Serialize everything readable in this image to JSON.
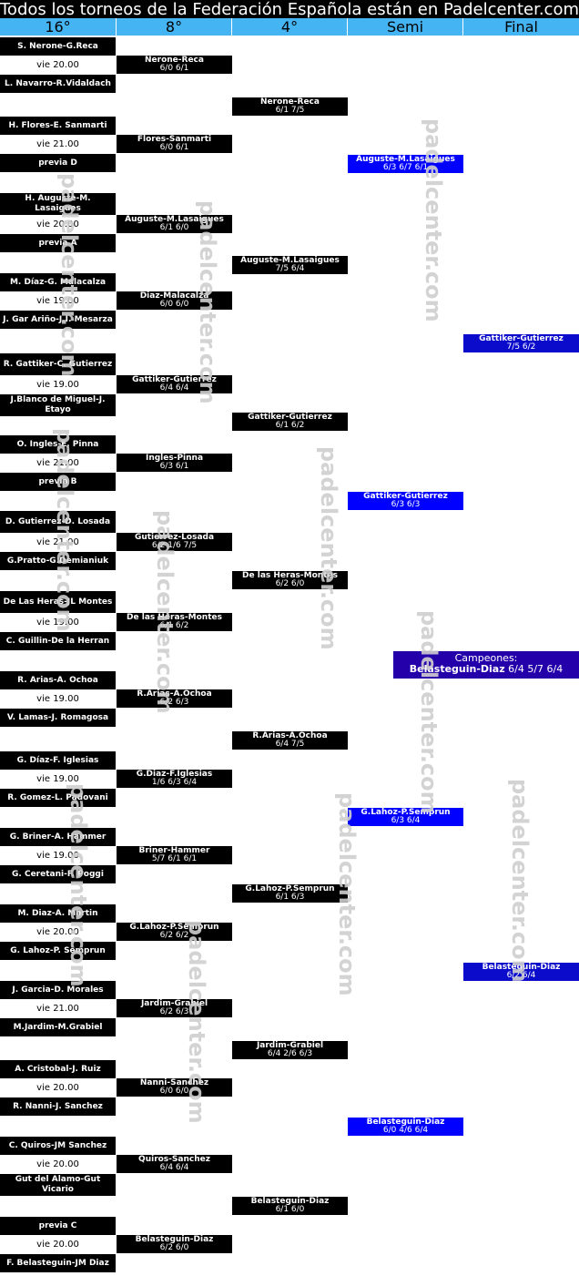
{
  "title": "Todos los torneos de la Federación Española están en Padelcenter.com",
  "headers": [
    "16°",
    "8°",
    "4°",
    "Semi",
    "Final"
  ],
  "watermark": "padelcenter.com",
  "round16": [
    {
      "team1": "S. Nerone-G.Reca",
      "time": "vie 20.00",
      "team2": "L. Navarro-R.Vidaldach"
    },
    {
      "team1": "H. Flores-E. Sanmarti",
      "time": "vie 21.00",
      "team2": "previa D"
    },
    {
      "team1": "H. Auguste-M. Lasaigues",
      "time": "vie 20.00",
      "team2": "previa A"
    },
    {
      "team1": "M. Díaz-G. Malacalza",
      "time": "vie 19.00",
      "team2": "J. Gar Ariño-J.I. Mesarza"
    },
    {
      "team1": "R. Gattiker-C. Gutierrez",
      "time": "vie 19.00",
      "team2": "J.Blanco de Miguel-J. Etayo"
    },
    {
      "team1": "O. Ingles-E. Pinna",
      "time": "vie 21.00",
      "team2": "previa B"
    },
    {
      "team1": "D. Gutierrez-D. Losada",
      "time": "vie 21.00",
      "team2": "G.Pratto-G.Demianiuk"
    },
    {
      "team1": "De Las Heras-JL Montes",
      "time": "vie 19.00",
      "team2": "C. Guillin-De la Herran"
    },
    {
      "team1": "R. Arias-A. Ochoa",
      "time": "vie 19.00",
      "team2": "V. Lamas-J. Romagosa"
    },
    {
      "team1": "G. Díaz-F. Iglesias",
      "time": "vie 19.00",
      "team2": "R. Gomez-L. Padovani"
    },
    {
      "team1": "G. Briner-A. Hammer",
      "time": "vie 19.00",
      "team2": "G. Ceretani-F. Poggi"
    },
    {
      "team1": "M. Diaz-A. Martin",
      "time": "vie 20.00",
      "team2": "G. Lahoz-P. Semprun"
    },
    {
      "team1": "J. Garcia-D. Morales",
      "time": "vie 21.00",
      "team2": "M.Jardim-M.Grabiel"
    },
    {
      "team1": "A. Cristobal-J. Ruiz",
      "time": "vie 20.00",
      "team2": "R. Nanni-J. Sanchez"
    },
    {
      "team1": "C. Quiros-JM Sanchez",
      "time": "vie 20.00",
      "team2": "Gut del Alamo-Gut Vicario"
    },
    {
      "team1": "previa C",
      "time": "vie 20.00",
      "team2": "F. Belasteguin-JM Diaz"
    }
  ],
  "round8": [
    {
      "name": "Nerone-Reca",
      "score": "6/0 6/1"
    },
    {
      "name": "Flores-Sanmarti",
      "score": "6/0 6/1"
    },
    {
      "name": "Auguste-M.Lasaigues",
      "score": "6/1 6/0"
    },
    {
      "name": "Diaz-Malacalza",
      "score": "6/0 6/0"
    },
    {
      "name": "Gattiker-Gutierrez",
      "score": "6/4 6/4"
    },
    {
      "name": "Ingles-Pinna",
      "score": "6/3 6/1"
    },
    {
      "name": "Gutierrez-Losada",
      "score": "6/2 1/6 7/5"
    },
    {
      "name": "De las Heras-Montes",
      "score": "6/1 6/2"
    },
    {
      "name": "R.Arias-A.Ochoa",
      "score": "6/2 6/3"
    },
    {
      "name": "G.Diaz-F.Iglesias",
      "score": "1/6 6/3 6/4"
    },
    {
      "name": "Briner-Hammer",
      "score": "5/7 6/1 6/1"
    },
    {
      "name": "G.Lahoz-P.Semprun",
      "score": "6/2 6/2"
    },
    {
      "name": "Jardim-Grabiel",
      "score": "6/2 6/3"
    },
    {
      "name": "Nanni-Sanchez",
      "score": "6/0 6/0"
    },
    {
      "name": "Quiros-Sanchez",
      "score": "6/4 6/4"
    },
    {
      "name": "Belasteguin-Diaz",
      "score": "6/2 6/0"
    }
  ],
  "round4": [
    {
      "name": "Nerone-Reca",
      "score": "6/1 7/5"
    },
    {
      "name": "Auguste-M.Lasaigues",
      "score": "7/5 6/4"
    },
    {
      "name": "Gattiker-Gutierrez",
      "score": "6/1 6/2"
    },
    {
      "name": "De las Heras-Montes",
      "score": "6/2 6/0"
    },
    {
      "name": "R.Arias-A.Ochoa",
      "score": "6/4 7/5"
    },
    {
      "name": "G.Lahoz-P.Semprun",
      "score": "6/1 6/3"
    },
    {
      "name": "Jardim-Grabiel",
      "score": "6/4 2/6 6/3"
    },
    {
      "name": "Belasteguin-Diaz",
      "score": "6/1 6/0"
    }
  ],
  "semi": [
    {
      "name": "Auguste-M.Lasaigues",
      "score": "6/3 6/7 6/1"
    },
    {
      "name": "Gattiker-Gutierrez",
      "score": "6/3 6/3"
    },
    {
      "name": "G.Lahoz-P.Semprun",
      "score": "6/3 6/4"
    },
    {
      "name": "Belasteguin-Diaz",
      "score": "6/0 4/6 6/4"
    }
  ],
  "final": [
    {
      "name": "Gattiker-Gutierrez",
      "score": "7/5 6/2"
    },
    {
      "name": "Belasteguin-Diaz",
      "score": "6/2 6/4"
    }
  ],
  "champion": {
    "label": "Campeones:",
    "name": "Belasteguin-Diaz",
    "score": "6/4 5/7 6/4"
  },
  "colors": {
    "header": "#45b4f2",
    "semi": "#0000ff",
    "final": "#0b0bcc",
    "champion": "#2400aa"
  }
}
